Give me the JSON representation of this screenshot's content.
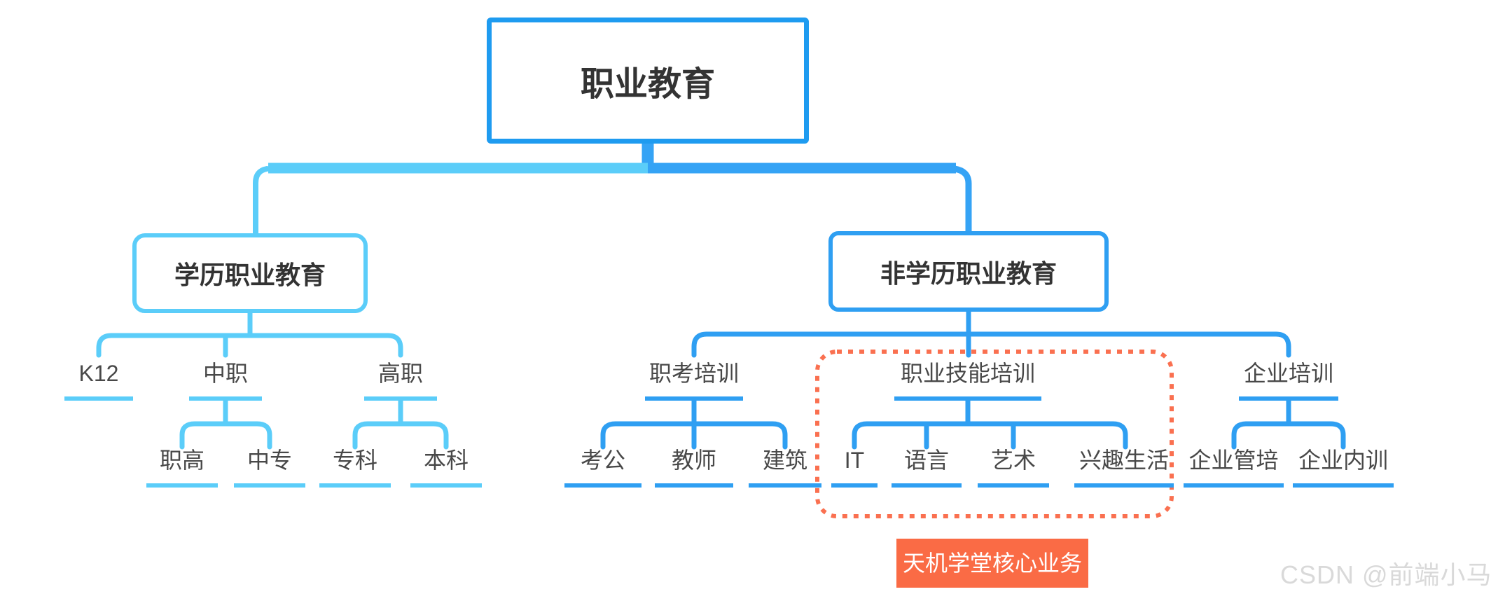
{
  "diagram_title": "职业教育",
  "palette": {
    "root_border_blue": "#1e9bf0",
    "trunk_blue": "#35a3f5",
    "left_branch_blue": "#5bcdf9",
    "right_branch_blue": "#2f9ff2",
    "highlight_dotted_orange": "#fa7050",
    "tag_background_orange": "#fa6b45",
    "tag_text": "#ffffff",
    "node_text_dark": "#333333",
    "leaf_text": "#484848",
    "watermark_gray": "#d9d9d9"
  },
  "tree": {
    "label": "职业教育",
    "children": [
      {
        "label": "学历职业教育",
        "children": [
          {
            "label": "K12",
            "children": []
          },
          {
            "label": "中职",
            "children": [
              {
                "label": "职高"
              },
              {
                "label": "中专"
              }
            ]
          },
          {
            "label": "高职",
            "children": [
              {
                "label": "专科"
              },
              {
                "label": "本科"
              }
            ]
          }
        ]
      },
      {
        "label": "非学历职业教育",
        "children": [
          {
            "label": "职考培训",
            "children": [
              {
                "label": "考公"
              },
              {
                "label": "教师"
              },
              {
                "label": "建筑"
              }
            ]
          },
          {
            "label": "职业技能培训",
            "highlighted": true,
            "children": [
              {
                "label": "IT"
              },
              {
                "label": "语言"
              },
              {
                "label": "艺术"
              },
              {
                "label": "兴趣生活"
              }
            ]
          },
          {
            "label": "企业培训",
            "children": [
              {
                "label": "企业管培"
              },
              {
                "label": "企业内训"
              }
            ]
          }
        ]
      }
    ]
  },
  "annotation": {
    "tag_label": "天机学堂核心业务",
    "highlighted_node": "职业技能培训"
  },
  "watermark": {
    "text": "CSDN @前端小马"
  }
}
